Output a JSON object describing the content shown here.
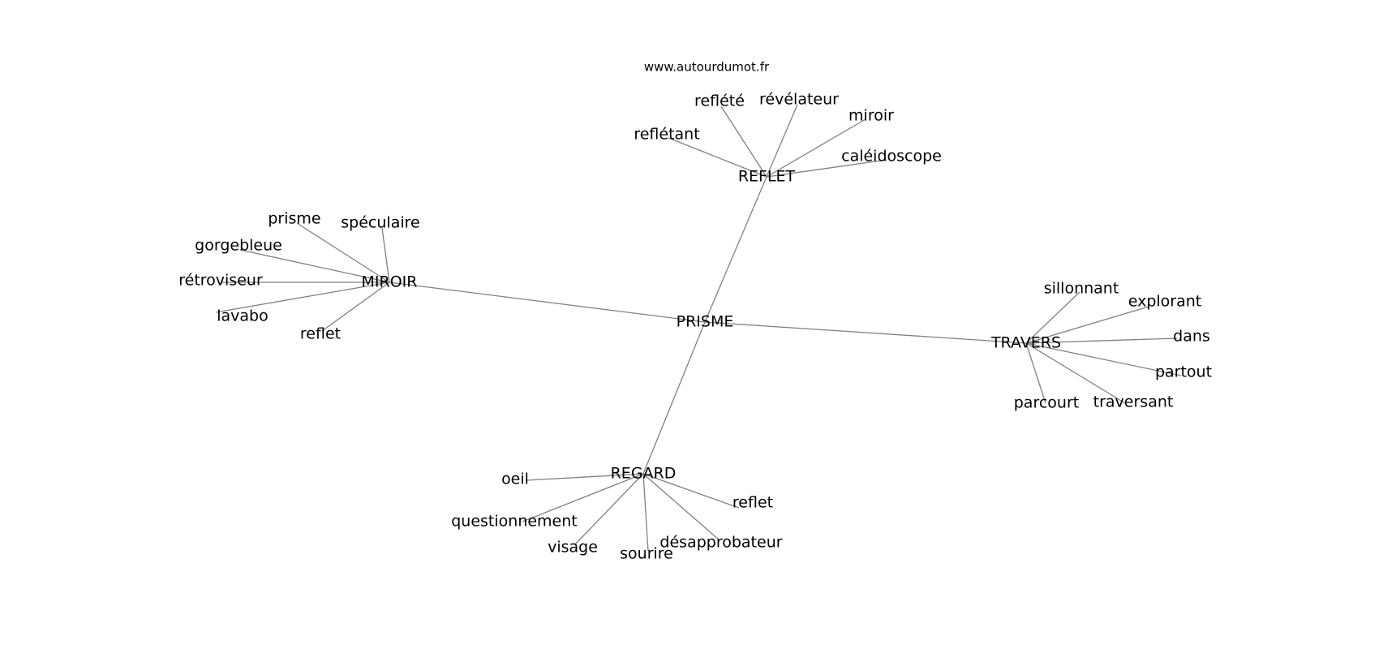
{
  "source": "www.autourdumot.fr",
  "center": {
    "label": "PRISME"
  },
  "clusters": [
    {
      "id": "reflet",
      "label": "REFLET",
      "words": [
        "reflété",
        "révélateur",
        "miroir",
        "reflétant",
        "caléidoscope"
      ]
    },
    {
      "id": "miroir",
      "label": "MIROIR",
      "words": [
        "prisme",
        "spéculaire",
        "gorgebleue",
        "rétroviseur",
        "lavabo",
        "reflet"
      ]
    },
    {
      "id": "travers",
      "label": "TRAVERS",
      "words": [
        "sillonnant",
        "explorant",
        "dans",
        "partout",
        "traversant",
        "parcourt"
      ]
    },
    {
      "id": "regard",
      "label": "REGARD",
      "words": [
        "oeil",
        "questionnement",
        "visage",
        "sourire",
        "désapprobateur",
        "reflet"
      ]
    }
  ],
  "colors": {
    "edge": "#808080",
    "text": "#000000",
    "background": "#ffffff"
  }
}
